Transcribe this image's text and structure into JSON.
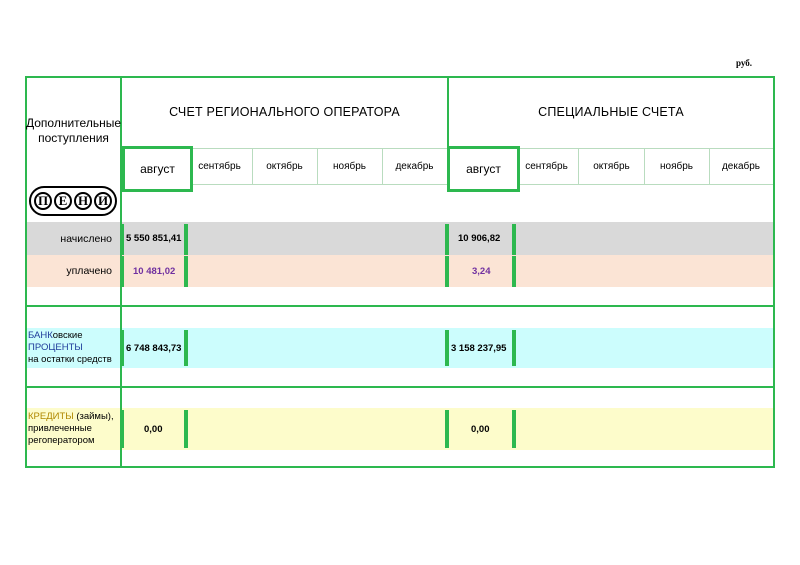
{
  "unit": "руб.",
  "header": {
    "left_label": "Дополнительные поступления",
    "regional": "СЧЕТ РЕГИОНАЛЬНОГО ОПЕРАТОРА",
    "special": "СПЕЦИАЛЬНЫЕ СЧЕТА",
    "months_regional": [
      "август",
      "сентябрь",
      "октябрь",
      "ноябрь",
      "декабрь"
    ],
    "months_special": [
      "август",
      "сентябрь",
      "октябрь",
      "ноябрь",
      "декабрь"
    ]
  },
  "peni": {
    "letters": [
      "П",
      "Е",
      "Н",
      "И"
    ],
    "accrued_label": "начислено",
    "paid_label": "уплачено",
    "accrued_regional": "5 550 851,41",
    "accrued_special": "10 906,82",
    "paid_regional": "10 481,02",
    "paid_special": "3,24"
  },
  "bank": {
    "label_highlight": "БАНК",
    "label_rest": "овские",
    "label_line2": "ПРОЦЕНТЫ",
    "label_line3": "на остатки средств",
    "regional": "6 748 843,73",
    "special": "3 158 237,95"
  },
  "credits": {
    "label_highlight": "КРЕДИТЫ",
    "label_rest": " (займы),",
    "label_line2": "привлеченные",
    "label_line3": "регоператором",
    "regional": "0,00",
    "special": "0,00"
  },
  "colors": {
    "green": "#2db84f",
    "gray_row": "#d9d9d9",
    "peach_row": "#fbe4d5",
    "cyan_row": "#ccfdfd",
    "yellow_row": "#fdfccb",
    "purple_text": "#7030a0"
  }
}
